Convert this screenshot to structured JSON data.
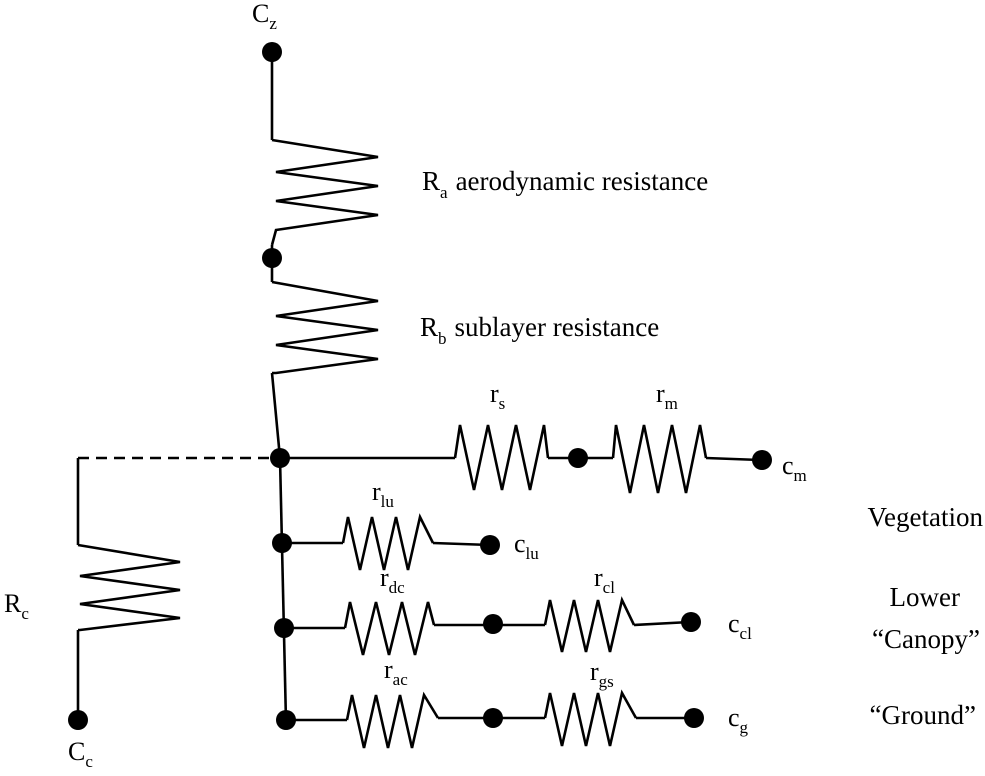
{
  "nodes": {
    "cz": {
      "main": "C",
      "sub": "z"
    },
    "cm": {
      "main": "c",
      "sub": "m"
    },
    "clu": {
      "main": "c",
      "sub": "lu"
    },
    "ccl": {
      "main": "c",
      "sub": "cl"
    },
    "cg": {
      "main": "c",
      "sub": "g"
    },
    "cc": {
      "main": "C",
      "sub": "c"
    }
  },
  "resistors": {
    "ra": {
      "main": "R",
      "sub": "a",
      "desc": "aerodynamic resistance"
    },
    "rb": {
      "main": "R",
      "sub": "b",
      "desc": "sublayer resistance"
    },
    "rc": {
      "main": "R",
      "sub": "c"
    },
    "rs": {
      "main": "r",
      "sub": "s"
    },
    "rm": {
      "main": "r",
      "sub": "m"
    },
    "rlu": {
      "main": "r",
      "sub": "lu"
    },
    "rdc": {
      "main": "r",
      "sub": "dc"
    },
    "rcl": {
      "main": "r",
      "sub": "cl"
    },
    "rac": {
      "main": "r",
      "sub": "ac"
    },
    "rgs": {
      "main": "r",
      "sub": "gs"
    }
  },
  "layers": {
    "vegetation": "Vegetation",
    "lower": "Lower",
    "canopy": "“Canopy”",
    "ground": "“Ground”"
  }
}
